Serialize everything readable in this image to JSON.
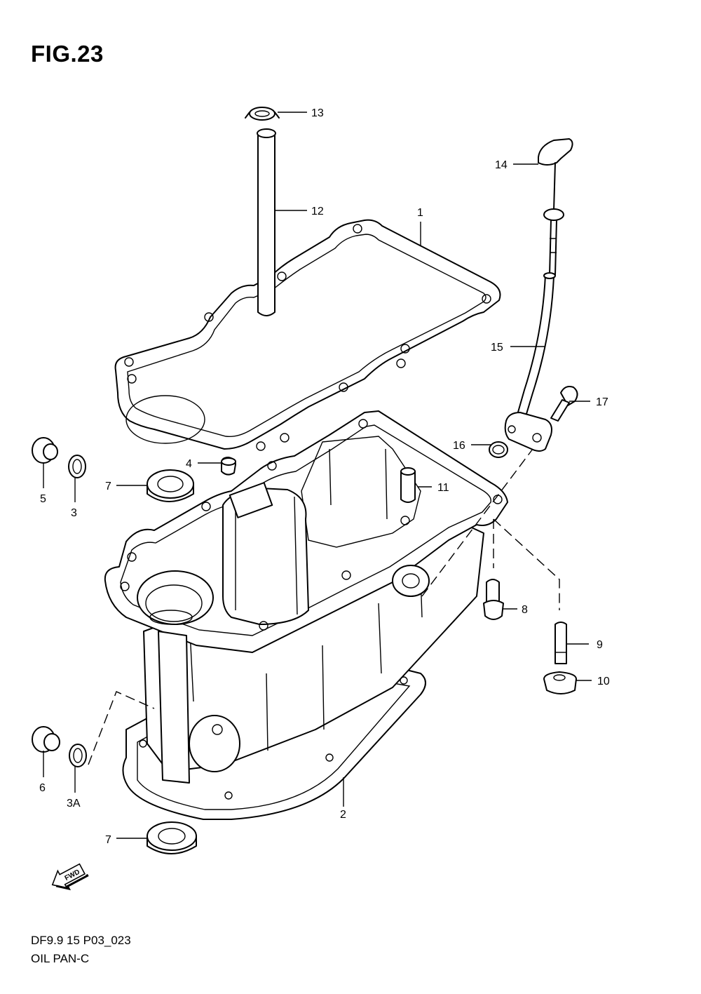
{
  "figure": {
    "title": "FIG.23",
    "model_code": "DF9.9 15 P03_023",
    "name": "OIL PAN-C"
  },
  "callouts": {
    "c1": "1",
    "c2": "2",
    "c3": "3",
    "c3a": "3A",
    "c4": "4",
    "c5": "5",
    "c6": "6",
    "c7a": "7",
    "c7b": "7",
    "c8": "8",
    "c9": "9",
    "c10": "10",
    "c11": "11",
    "c12": "12",
    "c13": "13",
    "c14": "14",
    "c15": "15",
    "c16": "16",
    "c17": "17"
  },
  "direction_badge": "FWD"
}
